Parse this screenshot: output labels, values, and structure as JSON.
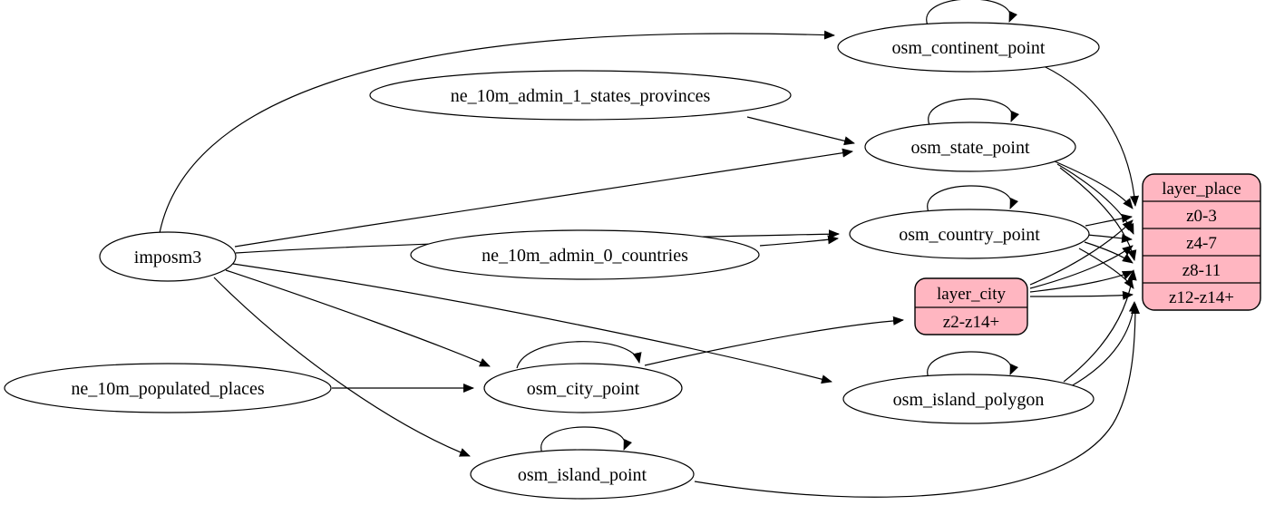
{
  "diagram": {
    "type": "etl-graph",
    "background": "#ffffff",
    "colors": {
      "node_fill": "#ffffff",
      "node_stroke": "#000000",
      "record_fill": "#ffb6c1",
      "text": "#000000"
    },
    "nodes": {
      "imposm3": {
        "label": "imposm3",
        "shape": "ellipse"
      },
      "ne_10m_populated_places": {
        "label": "ne_10m_populated_places",
        "shape": "ellipse"
      },
      "ne_10m_admin_1_states_provinces": {
        "label": "ne_10m_admin_1_states_provinces",
        "shape": "ellipse"
      },
      "ne_10m_admin_0_countries": {
        "label": "ne_10m_admin_0_countries",
        "shape": "ellipse"
      },
      "osm_continent_point": {
        "label": "osm_continent_point",
        "shape": "ellipse"
      },
      "osm_state_point": {
        "label": "osm_state_point",
        "shape": "ellipse"
      },
      "osm_country_point": {
        "label": "osm_country_point",
        "shape": "ellipse"
      },
      "osm_city_point": {
        "label": "osm_city_point",
        "shape": "ellipse"
      },
      "osm_island_polygon": {
        "label": "osm_island_polygon",
        "shape": "ellipse"
      },
      "osm_island_point": {
        "label": "osm_island_point",
        "shape": "ellipse"
      }
    },
    "records": {
      "layer_city": {
        "title": "layer_city",
        "rows": [
          "z2-z14+"
        ]
      },
      "layer_place": {
        "title": "layer_place",
        "rows": [
          "z0-3",
          "z4-7",
          "z8-11",
          "z12-z14+"
        ]
      }
    },
    "edges": [
      {
        "from": "imposm3",
        "to": "osm_continent_point"
      },
      {
        "from": "imposm3",
        "to": "osm_state_point"
      },
      {
        "from": "imposm3",
        "to": "osm_country_point"
      },
      {
        "from": "imposm3",
        "to": "osm_city_point"
      },
      {
        "from": "imposm3",
        "to": "osm_island_polygon"
      },
      {
        "from": "imposm3",
        "to": "osm_island_point"
      },
      {
        "from": "ne_10m_admin_1_states_provinces",
        "to": "osm_state_point"
      },
      {
        "from": "ne_10m_admin_0_countries",
        "to": "osm_country_point"
      },
      {
        "from": "ne_10m_populated_places",
        "to": "osm_city_point"
      },
      {
        "from": "osm_continent_point",
        "to": "osm_continent_point"
      },
      {
        "from": "osm_state_point",
        "to": "osm_state_point"
      },
      {
        "from": "osm_country_point",
        "to": "osm_country_point"
      },
      {
        "from": "osm_city_point",
        "to": "osm_city_point"
      },
      {
        "from": "osm_island_polygon",
        "to": "osm_island_polygon"
      },
      {
        "from": "osm_island_point",
        "to": "osm_island_point"
      },
      {
        "from": "osm_city_point",
        "to": "layer_city:z2-z14+"
      },
      {
        "from": "osm_continent_point",
        "to": "layer_place:z0-3"
      },
      {
        "from": "osm_country_point",
        "to": "layer_place:z0-3"
      },
      {
        "from": "osm_country_point",
        "to": "layer_place:z4-7"
      },
      {
        "from": "osm_country_point",
        "to": "layer_place:z8-11"
      },
      {
        "from": "osm_country_point",
        "to": "layer_place:z12-z14+"
      },
      {
        "from": "osm_state_point",
        "to": "layer_place:z0-3"
      },
      {
        "from": "osm_state_point",
        "to": "layer_place:z4-7"
      },
      {
        "from": "osm_state_point",
        "to": "layer_place:z8-11"
      },
      {
        "from": "layer_city",
        "to": "layer_place:z0-3"
      },
      {
        "from": "layer_city",
        "to": "layer_place:z4-7"
      },
      {
        "from": "layer_city",
        "to": "layer_place:z8-11"
      },
      {
        "from": "layer_city",
        "to": "layer_place:z12-z14+"
      },
      {
        "from": "osm_island_polygon",
        "to": "layer_place:z8-11"
      },
      {
        "from": "osm_island_polygon",
        "to": "layer_place:z12-z14+"
      },
      {
        "from": "osm_island_point",
        "to": "layer_place:z12-z14+"
      }
    ]
  }
}
